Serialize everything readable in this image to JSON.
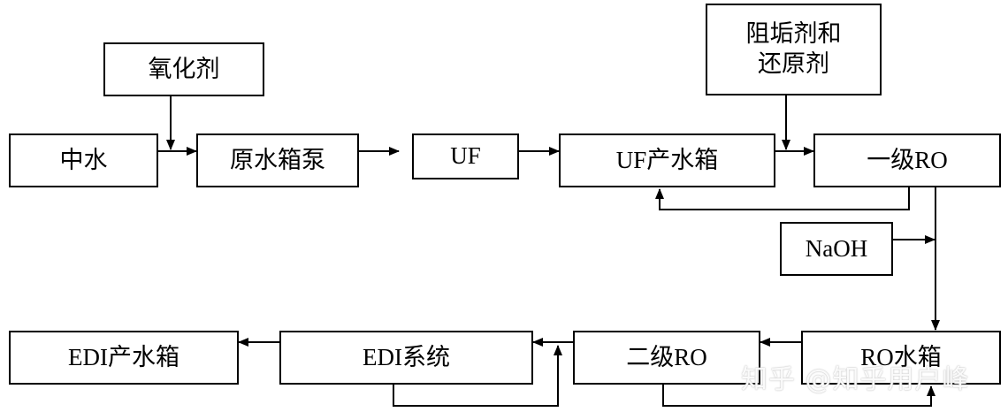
{
  "boxes": {
    "zhongshui": "中水",
    "oxidant": "氧化剂",
    "raw_tank_pump": "原水箱泵",
    "uf": "UF",
    "uf_tank": "UF产水箱",
    "antiscalant_line1": "阻垢剂和",
    "antiscalant_line2": "还原剂",
    "ro1": "一级RO",
    "naoh": "NaOH",
    "ro_tank": "RO水箱",
    "ro2": "二级RO",
    "edi_system": "EDI系统",
    "edi_tank": "EDI产水箱"
  },
  "watermark": "知乎 @知乎用户峰"
}
